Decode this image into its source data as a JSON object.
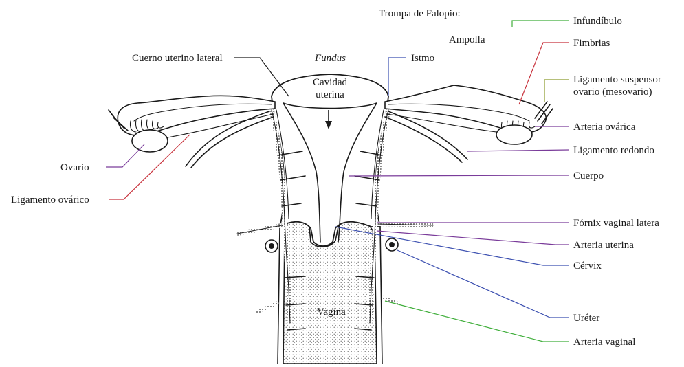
{
  "labels": {
    "trompa": "Trompa de Falopio:",
    "ampolla": "Ampolla",
    "infundibulo": "Infundíbulo",
    "fimbrias": "Fimbrias",
    "ligamento_suspensorio_1": "Ligamento suspensor",
    "ligamento_suspensorio_2": "ovario (mesovario)",
    "arteria_ovarica": "Arteria ovárica",
    "ligamento_redondo": "Ligamento redondo",
    "cuerpo": "Cuerpo",
    "fornix": "Fórnix vaginal latera",
    "arteria_uterina": "Arteria uterina",
    "cervix": "Cérvix",
    "ureter": "Uréter",
    "arteria_vaginal": "Arteria vaginal",
    "cuerno": "Cuerno uterino lateral",
    "fundus": "Fundus",
    "istmo": "Istmo",
    "cavidad_1": "Cavidad",
    "cavidad_2": "uterina",
    "ovario": "Ovario",
    "ligamento_ovarico": "Ligamento ovárico",
    "vagina": "Vagina"
  },
  "leader_colors": {
    "green": "#3fae3a",
    "red": "#c8323c",
    "blue": "#3b4fb0",
    "purple": "#7a3c9a",
    "olive": "#8a9a2a",
    "black": "#1a1a1a"
  }
}
